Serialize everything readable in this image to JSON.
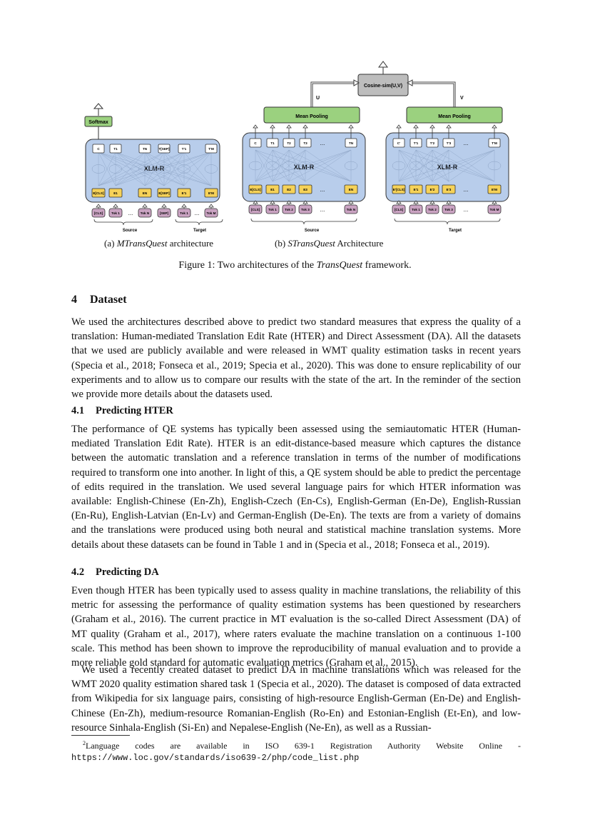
{
  "figure": {
    "mtrans": {
      "softmax": "Softmax",
      "model": "XLM-R",
      "outputs": [
        "C",
        "T1",
        "TN",
        "T[SEP]",
        "T'1",
        "T'M"
      ],
      "embeddings": [
        "E[CLS]",
        "E1",
        "EN",
        "E[SEP]",
        "E'1",
        "E'M"
      ],
      "tokens": [
        "[CLS]",
        "Tok 1",
        "...",
        "Tok N",
        "[SEP]",
        "Tok 1",
        "...",
        "Tok M"
      ],
      "source_label": "Source",
      "target_label": "Target"
    },
    "strans": {
      "cosine": "Cosine-sim(U,V)",
      "u_label": "U",
      "v_label": "V",
      "pooling": "Mean Pooling",
      "model": "XLM-R",
      "left_outputs": [
        "C",
        "T1",
        "T2",
        "T3",
        "...",
        "TN"
      ],
      "left_embeddings": [
        "E[CLS]",
        "E1",
        "E2",
        "E3",
        "...",
        "EN"
      ],
      "left_tokens": [
        "[CLS]",
        "Tok 1",
        "Tok 2",
        "Tok 3",
        "...",
        "Tok N"
      ],
      "right_outputs": [
        "C'",
        "T'1",
        "T'2",
        "T'3",
        "...",
        "T'M"
      ],
      "right_embeddings": [
        "E'[CLS]",
        "E'1",
        "E'2",
        "E'3",
        "...",
        "E'M"
      ],
      "right_tokens": [
        "[CLS]",
        "Tok 1",
        "Tok 2",
        "Tok 3",
        "...",
        "Tok M"
      ],
      "source_label": "Source",
      "target_label": "Target"
    },
    "subcaption_a_prefix": "(a) ",
    "subcaption_a_em": "MTransQuest",
    "subcaption_a_suffix": " architecture",
    "subcaption_b_prefix": "(b) ",
    "subcaption_b_em": "STransQuest",
    "subcaption_b_suffix": " Architecture",
    "caption_prefix": "Figure 1: Two architectures of the ",
    "caption_em": "TransQuest",
    "caption_suffix": " framework.",
    "colors": {
      "blue_fill": "#b8cdeb",
      "green_fill": "#9bd17f",
      "yellow_fill": "#f6d258",
      "pink_fill": "#caa3c2",
      "gray_fill": "#bdbdbd"
    }
  },
  "section": {
    "number": "4",
    "title": "Dataset"
  },
  "para1": "We used the architectures described above to predict two standard measures that express the quality of a translation: Human-mediated Translation Edit Rate (HTER) and Direct Assessment (DA). All the datasets that we used are publicly available and were released in WMT quality estimation tasks in recent years (Specia et al., 2018; Fonseca et al., 2019; Specia et al., 2020). This was done to ensure replicability of our experiments and to allow us to compare our results with the state of the art. In the reminder of the section we provide more details about the datasets used.",
  "sub1": {
    "number": "4.1",
    "title": "Predicting HTER"
  },
  "para2": "The performance of QE systems has typically been assessed using the semiautomatic HTER (Human-mediated Translation Edit Rate). HTER is an edit-distance-based measure which captures the distance between the automatic translation and a reference translation in terms of the number of modifications required to transform one into another. In light of this, a QE system should be able to predict the percentage of edits required in the translation. We used several language pairs for which HTER information was available: English-Chinese (En-Zh), English-Czech (En-Cs), English-German (En-De), English-Russian (En-Ru), English-Latvian (En-Lv) and German-English (De-En). The texts are from a variety of domains and the translations were produced using both neural and statistical machine translation systems. More details about these datasets can be found in Table 1 and in (Specia et al., 2018; Fonseca et al., 2019).",
  "sub2": {
    "number": "4.2",
    "title": "Predicting DA"
  },
  "para3": "Even though HTER has been typically used to assess quality in machine translations, the reliability of this metric for assessing the performance of quality estimation systems has been questioned by researchers (Graham et al., 2016). The current practice in MT evaluation is the so-called Direct Assessment (DA) of MT quality (Graham et al., 2017), where raters evaluate the machine translation on a continuous 1-100 scale. This method has been shown to improve the reproducibility of manual evaluation and to provide a more reliable gold standard for automatic evaluation metrics (Graham et al., 2015).",
  "para4": "We used a recently created dataset to predict DA in machine translations which was released for the WMT 2020 quality estimation shared task 1 (Specia et al., 2020). The dataset is composed of data extracted from Wikipedia for six language pairs, consisting of high-resource English-German (En-De) and English-Chinese (En-Zh), medium-resource Romanian-English (Ro-En) and Estonian-English (Et-En), and low-resource Sinhala-English (Si-En) and Nepalese-English (Ne-En), as well as a Russian-",
  "footnote": {
    "mark": "2",
    "text": "Language codes are available in ISO 639-1 Registration Authority Website Online - ",
    "url": "https://www.loc.gov/standards/iso639-2/php/code_list.php"
  }
}
